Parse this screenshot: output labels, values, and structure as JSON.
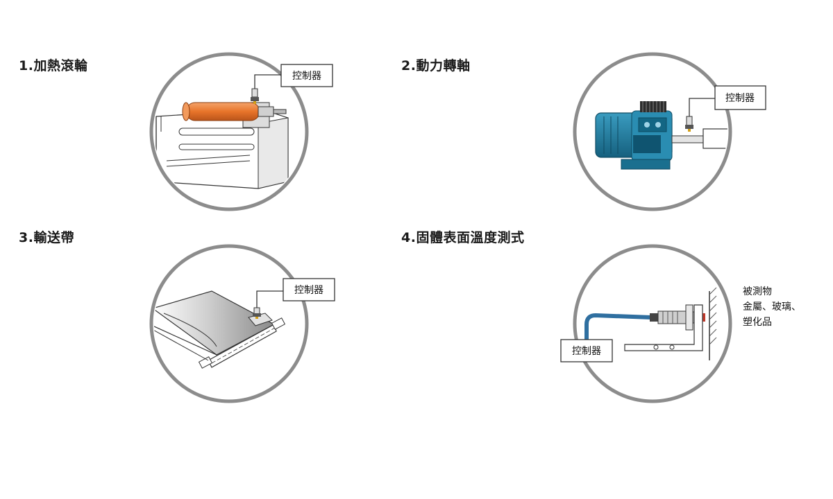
{
  "sections": [
    {
      "title": "1.加熱滾輪",
      "controller_label": "控制器"
    },
    {
      "title": "2.動力轉軸",
      "controller_label": "控制器"
    },
    {
      "title": "3.輸送帶",
      "controller_label": "控制器"
    },
    {
      "title": "4.固體表面溫度測式",
      "controller_label": "控制器",
      "target_lines": [
        "被測物",
        "金屬、玻璃、",
        "塑化品"
      ]
    }
  ],
  "colors": {
    "circle_border": "#8c8c8c",
    "roller": "#e8742a",
    "motor": "#1f7fa0",
    "cable": "#2f6fa0"
  }
}
